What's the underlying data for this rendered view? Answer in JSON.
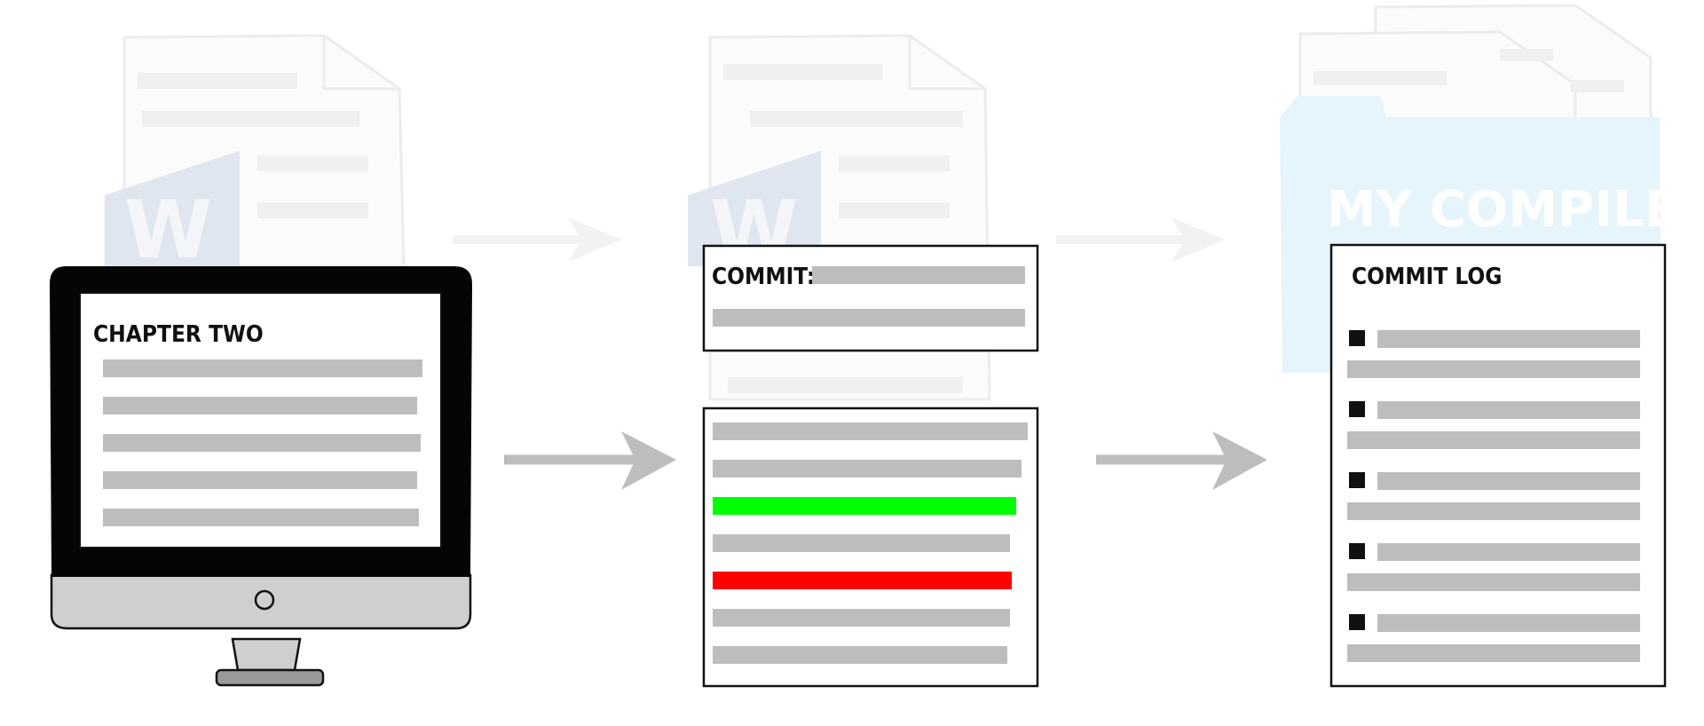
{
  "palette": {
    "line": "#bdbdbd",
    "added": "#00ff00",
    "removed": "#ff0000",
    "ink": "#111111",
    "ghost": "#f1f1f1",
    "folder": "#e6f4fb"
  },
  "panel1": {
    "title": "CHAPTER TWO",
    "line_count": 5
  },
  "panel2": {
    "commit_label": "COMMIT:",
    "diff_lines": [
      {
        "kind": "unchanged"
      },
      {
        "kind": "unchanged"
      },
      {
        "kind": "added"
      },
      {
        "kind": "unchanged"
      },
      {
        "kind": "removed"
      },
      {
        "kind": "unchanged"
      },
      {
        "kind": "unchanged"
      }
    ]
  },
  "panel3": {
    "folder_label": "MY COMPILED",
    "log_title": "COMMIT LOG",
    "entry_count": 5
  },
  "icons": [
    "word-document-icon",
    "folder-icon",
    "monitor-icon",
    "arrow-right-icon"
  ]
}
